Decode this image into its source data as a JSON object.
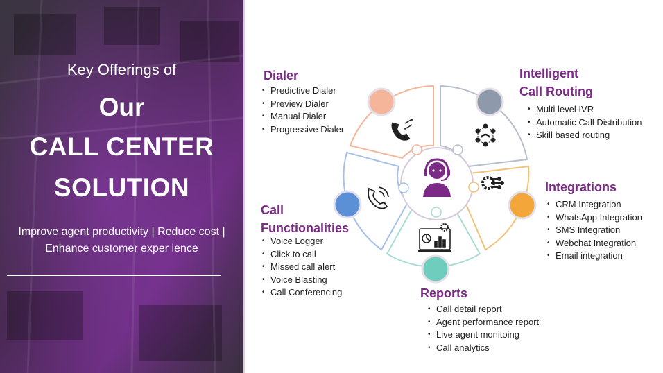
{
  "banner": {
    "kicker": "Key Offerings of",
    "title_line1": "Our",
    "title_line2": "CALL CENTER",
    "title_line3": "SOLUTION",
    "tagline_line1": "Improve agent productivity |  Reduce cost |",
    "tagline_line2": "Enhance customer exper ience"
  },
  "sections": {
    "dialer": {
      "title": "Dialer",
      "items": [
        "Predictive Dialer",
        "Preview Dialer",
        "Manual Dialer",
        "Progressive Dialer"
      ],
      "color": "#f4b59a",
      "icon": "phone-transfer-icon"
    },
    "routing": {
      "title_line1": "Intelligent",
      "title_line2": "Call Routing",
      "items": [
        "Multi level IVR",
        "Automatic Call Distribution",
        "Skill based routing"
      ],
      "color": "#8e9aab",
      "icon": "network-routing-icon"
    },
    "integrations": {
      "title": "Integrations",
      "items": [
        "CRM Integration",
        "WhatsApp Integration",
        "SMS Integration",
        "Webchat Integration",
        "Email integration"
      ],
      "color": "#f3a73a",
      "icon": "gear-circuit-icon"
    },
    "reports": {
      "title": "Reports",
      "items": [
        "Call detail report",
        "Agent performance report",
        "Live agent monitoing",
        "Call analytics"
      ],
      "color": "#6fcdbd",
      "icon": "analytics-dashboard-icon"
    },
    "functionalities": {
      "title_line1": "Call",
      "title_line2": "Functionalities",
      "items": [
        "Voice Logger",
        "Click to call",
        "Missed call alert",
        "Voice Blasting",
        "Call Conferencing"
      ],
      "color": "#5b8fd6",
      "icon": "phone-ringing-icon"
    }
  },
  "center": {
    "icon": "call-center-agent-icon",
    "color": "#7b2a86"
  },
  "colors": {
    "accent": "#7b2a86",
    "banner_bg": "#2b1f2e"
  }
}
